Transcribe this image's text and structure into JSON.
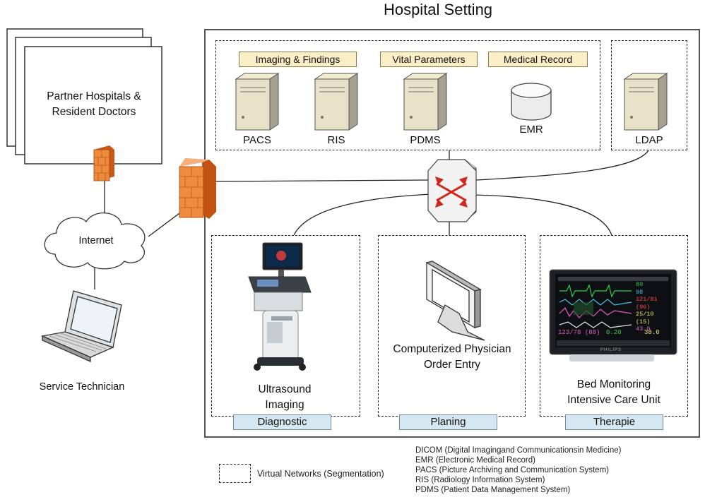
{
  "title": "Hospital Setting",
  "partner": {
    "line1": "Partner Hospitals &",
    "line2": "Resident Doctors"
  },
  "internet": "Internet",
  "service_technician": "Service Technician",
  "top_tags": {
    "imaging": "Imaging & Findings",
    "vital": "Vital Parameters",
    "record": "Medical Record"
  },
  "servers": {
    "pacs": "PACS",
    "ris": "RIS",
    "pdms": "PDMS",
    "emr": "EMR",
    "ldap": "LDAP"
  },
  "zones": {
    "diagnostic": {
      "device": "Ultrasound",
      "device2": "Imaging",
      "label": "Diagnostic"
    },
    "planing": {
      "device": "Computerized Physician",
      "device2": "Order Entry",
      "label": "Planing"
    },
    "therapie": {
      "device": "Bed Monitoring",
      "device2": "Intensive Care Unit",
      "label": "Therapie"
    }
  },
  "legend": {
    "virtual": "Virtual Networks (Segmentation)",
    "abbr": [
      "DICOM (Digital Imagingand Communicationsin Medicine)",
      "EMR (Electronic Medical Record)",
      "PACS (Picture Archiving and Communication System)",
      "RIS (Radiology Information System)",
      "PDMS (Patient Data Management System)"
    ]
  },
  "monitor_readouts": {
    "hr": "80",
    "spo2": "98",
    "bp": "121/81",
    "bp_mean": "(96)",
    "resp": "25/10",
    "resp2": "(15)",
    "temp": "43.0",
    "nibp": "123/78",
    "nibp_mean": "(88)",
    "v1": "0.20",
    "v2": "38.0",
    "brand": "PHILIPS"
  },
  "colors": {
    "tag_fill": "#fbefc8",
    "zone_fill": "#d5e8f1",
    "firewall": "#e8762b",
    "switch_arrow": "#d0261c"
  }
}
